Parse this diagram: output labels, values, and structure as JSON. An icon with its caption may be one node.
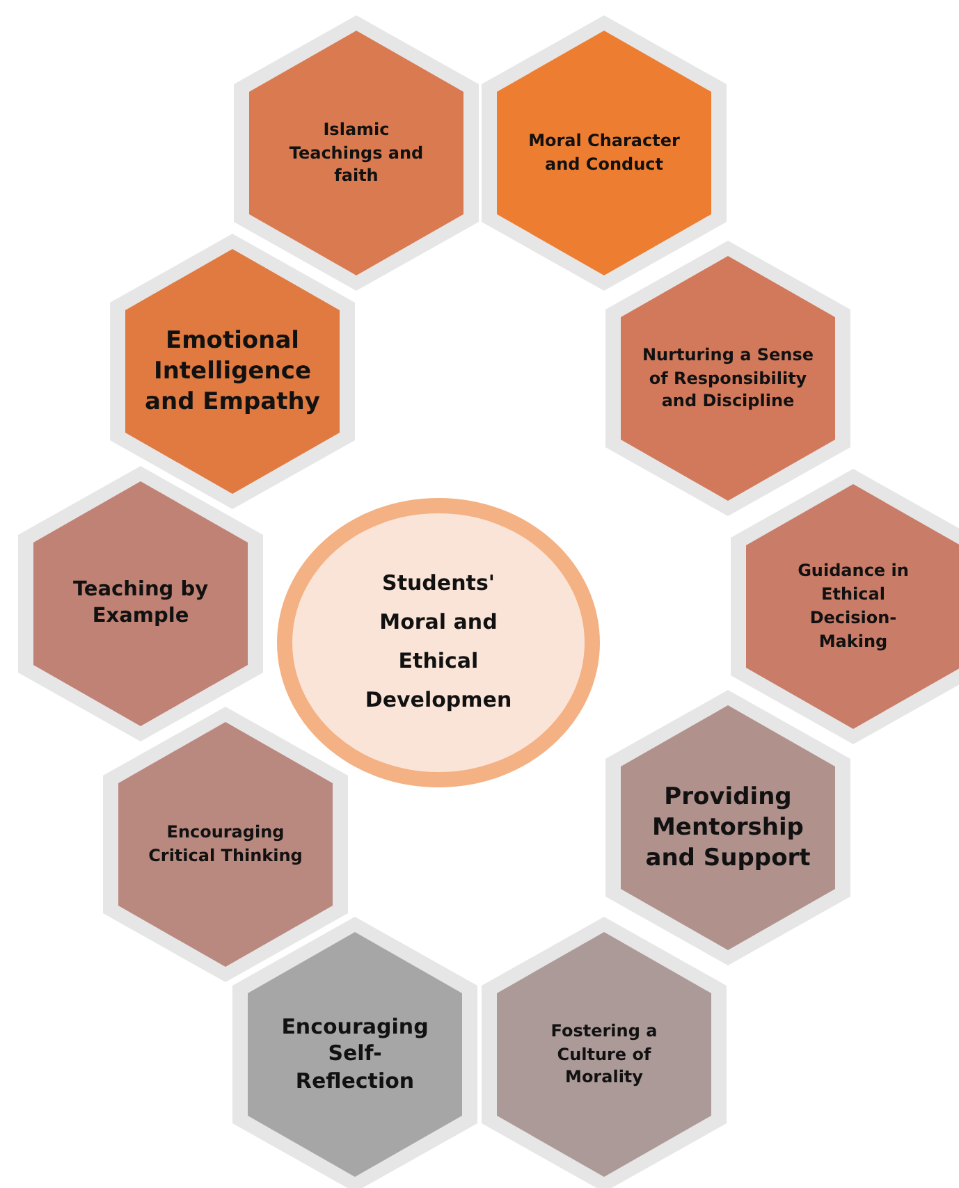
{
  "diagram": {
    "nodes": [
      {
        "text": [
          "Islamic Teachings and faith"
        ]
      },
      {
        "text": [
          "Moral Character and Conduct"
        ]
      },
      {
        "text": [
          "Emotional Intelligence and Empathy"
        ]
      },
      {
        "text": [
          "Nurturing a Sense of Responsibility and Discipline"
        ]
      },
      {
        "text": [
          "Teaching by Example"
        ]
      },
      {
        "text": [
          "Students' Moral and Ethical Developmen"
        ]
      },
      {
        "text": [
          "Guidance in Ethical Decision-Making"
        ]
      },
      {
        "text": [
          "Encouraging Critical Thinking"
        ]
      },
      {
        "text": [
          "Providing Mentorship and Support"
        ]
      },
      {
        "text": [
          "Encouraging Self-Reflection"
        ]
      },
      {
        "text": [
          "Fostering a Culture of Morality"
        ]
      }
    ]
  }
}
